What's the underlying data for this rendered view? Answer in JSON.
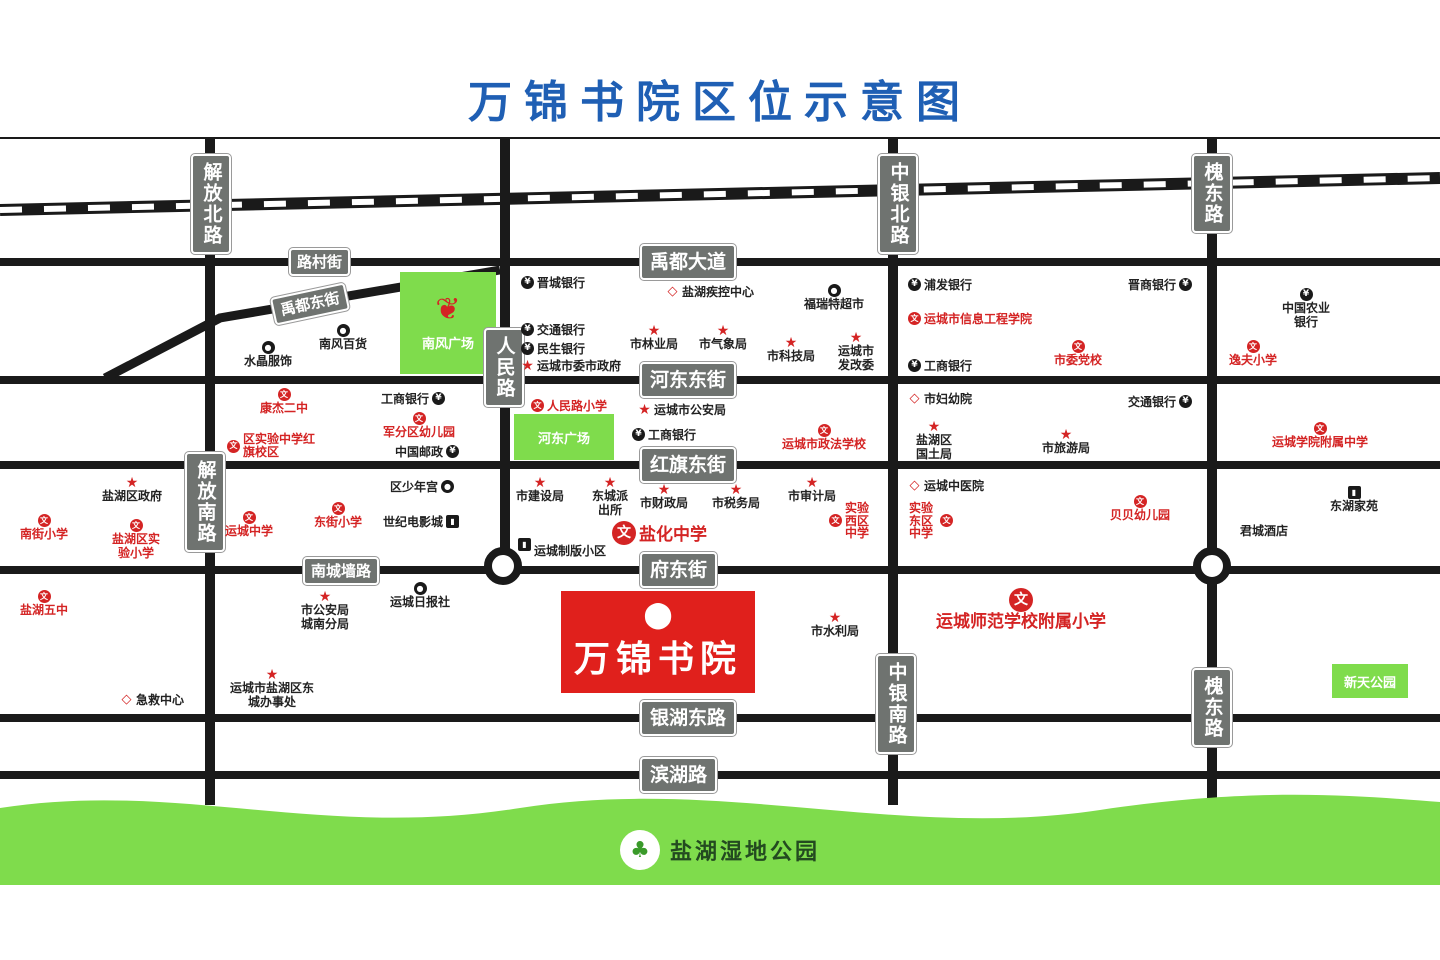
{
  "title": "万锦书院区位示意图",
  "project": {
    "name": "万锦书院",
    "pin_icon": "location-pin-icon"
  },
  "park": {
    "name": "盐湖湿地公园",
    "icon": "tree-icon"
  },
  "colors": {
    "title": "#1f5fb4",
    "road": "#1a1a1a",
    "label_bg": "#6f7370",
    "poi_red": "#d42424",
    "project_bg": "#e0201c",
    "green": "#7fdc4c"
  },
  "roads": {
    "v_jiefang_n": "解放北路",
    "v_jiefang_s": "解放南路",
    "v_renmin": "人民路",
    "v_zhongyin_n": "中银北路",
    "v_zhongyin_s": "中银南路",
    "v_huaidong_n": "槐东路",
    "v_huaidong_s": "槐东路",
    "h_yudu": "禹都大道",
    "h_hedong": "河东东街",
    "h_hongqi": "红旗东街",
    "h_fudong": "府东街",
    "h_yinhu": "银湖东路",
    "h_binhu": "滨湖路",
    "h_nancheng": "南城墙路",
    "h_lucun": "路村街",
    "h_yudu_east": "禹都东街"
  },
  "squares": {
    "nanfeng": "南风广场",
    "hedong": "河东广场",
    "xinxi": "新天公园"
  },
  "pois": {
    "p1": "晋城银行",
    "p2": "盐湖疾控中心",
    "p3": "福瑞特超市",
    "p4": "浦发银行",
    "p5": "晋商银行",
    "p6": "中国农业银行",
    "p7": "运城市信息工程学院",
    "p8": "交通银行",
    "p9": "民生银行",
    "p10": "运城市委市政府",
    "p11": "市林业局",
    "p12": "市气象局",
    "p13": "市科技局",
    "p14": "运城市发改委",
    "p15": "工商银行",
    "p16": "市委党校",
    "p17": "逸夫小学",
    "p18": "南风百货",
    "p19": "水晶服饰",
    "p20": "康杰二中",
    "p21": "工商银行",
    "p22": "军分区幼儿园",
    "p23": "人民路小学",
    "p24": "运城市公安局",
    "p25": "工商银行",
    "p26": "市妇幼院",
    "p27": "交通银行",
    "p28": "区实验中学红旗校区",
    "p29": "中国邮政",
    "p30": "运城市政法学校",
    "p31": "盐湖区国土局",
    "p32": "市旅游局",
    "p33": "运城学院附属中学",
    "p34": "盐湖区政府",
    "p35": "区少年宫",
    "p36": "市建设局",
    "p37": "东城派出所",
    "p38": "市财政局",
    "p39": "市税务局",
    "p40": "市审计局",
    "p41": "实验西区中学",
    "p42": "实验东区中学",
    "p43": "运城中医院",
    "p44": "东湖家苑",
    "p45": "南街小学",
    "p46": "盐湖区实验小学",
    "p47": "运城中学",
    "p48": "东街小学",
    "p49": "世纪电影城",
    "p50": "盐化中学",
    "p51": "运城制版小区",
    "p52": "贝贝幼儿园",
    "p53": "君城酒店",
    "p54": "盐湖五中",
    "p55": "市公安局城南分局",
    "p56": "运城日报社",
    "p57": "市水利局",
    "p58": "运城师范学校附属小学",
    "p59": "急救中心",
    "p60": "运城市盐湖区东城办事处"
  }
}
